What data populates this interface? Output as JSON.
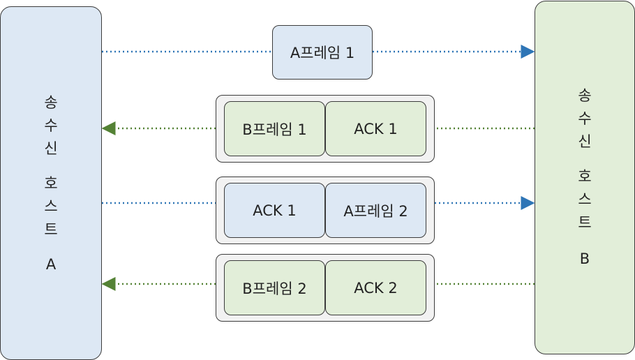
{
  "host_a": {
    "chars": [
      "송",
      "수",
      "신",
      "호",
      "스",
      "트",
      "A"
    ]
  },
  "host_b": {
    "chars": [
      "송",
      "수",
      "신",
      "호",
      "스",
      "트",
      "B"
    ]
  },
  "messages": [
    {
      "frames": [
        {
          "label": "A프레임 1"
        }
      ]
    },
    {
      "frames": [
        {
          "label": "B프레임 1"
        },
        {
          "label": "ACK 1"
        }
      ]
    },
    {
      "frames": [
        {
          "label": "ACK 1"
        },
        {
          "label": "A프레임 2"
        }
      ]
    },
    {
      "frames": [
        {
          "label": "B프레임 2"
        },
        {
          "label": "ACK 2"
        }
      ]
    }
  ],
  "colors": {
    "blue_fill": "#dde8f4",
    "green_fill": "#e2eed9",
    "blue_arrow": "#2e75b6",
    "green_arrow": "#548235"
  }
}
